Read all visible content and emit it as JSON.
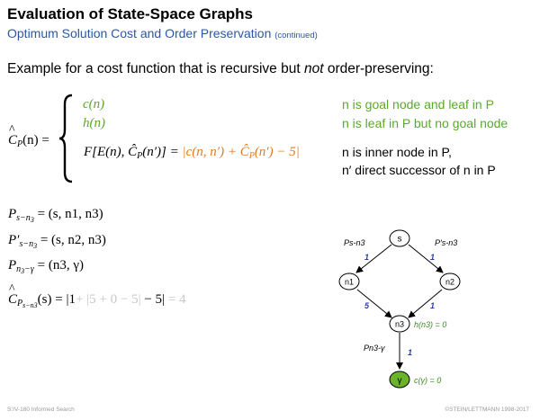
{
  "title": "Evaluation of State-Space Graphs",
  "subtitle": "Optimum Solution Cost and Order Preservation",
  "subtitle_note": "(continued)",
  "intro": {
    "before": "Example for a cost function that is recursive but ",
    "emph": "not",
    "after": " order-preserving:"
  },
  "definition": {
    "lhs": "C",
    "lhs_sub": "P",
    "lhs_arg": "(n) =",
    "cases": [
      {
        "expr": "c(n)",
        "condition": "n is goal node and leaf in P"
      },
      {
        "expr": "h(n)",
        "condition": "n is leaf in P but no goal node"
      },
      {
        "expr_main": "F[E(n), Ĉ",
        "expr_main_sub": "P",
        "expr_main_end": "(n′)] =",
        "expr_orange": "|c(n, n′) + Ĉ",
        "expr_orange_sub": "P",
        "expr_orange_end": "(n′) − 5|",
        "condition": "n is inner node in P,",
        "condition2": "n′ direct successor of n in P"
      }
    ]
  },
  "paths": [
    {
      "lhs": "P",
      "sub": "s−n",
      "subsub": "3",
      "rhs": "= (s, n1, n3)"
    },
    {
      "lhs": "P′",
      "sub": "s−n",
      "subsub": "3",
      "rhs": "= (s, n2, n3)"
    },
    {
      "lhs": "P",
      "sub": "n",
      "subsub": "3",
      "sub_tail": "−γ",
      "rhs": "= (n3, γ)"
    }
  ],
  "cost_line": {
    "lhs": "C",
    "lhs_sub": "P",
    "lhs_subsub": "s−n3",
    "lhs_arg": "(s) =",
    "shown": "|1",
    "greyed1": "+ |5 + 0 − 5|",
    "shown2": "− 5|",
    "greyed2": "= 4"
  },
  "graph": {
    "nodes": [
      "s",
      "n1",
      "n2",
      "n3",
      "γ"
    ],
    "edge_weights": [
      "1",
      "1",
      "5",
      "1",
      "1"
    ],
    "labels": {
      "left_path": "Ps-n3",
      "right_path": "P′s-n3",
      "bottom_path": "Pn3-γ",
      "h_label": "h(n3) = 0",
      "c_label": "c(γ) = 0"
    },
    "colors": {
      "goal_fill": "#6ab42a",
      "weight_color": "#2a3aa8",
      "label_green": "#5aaa2a"
    }
  },
  "footer_left": "S:IV-180   Informed Search",
  "footer_right": "©STEIN/LETTMANN 1998-2017"
}
